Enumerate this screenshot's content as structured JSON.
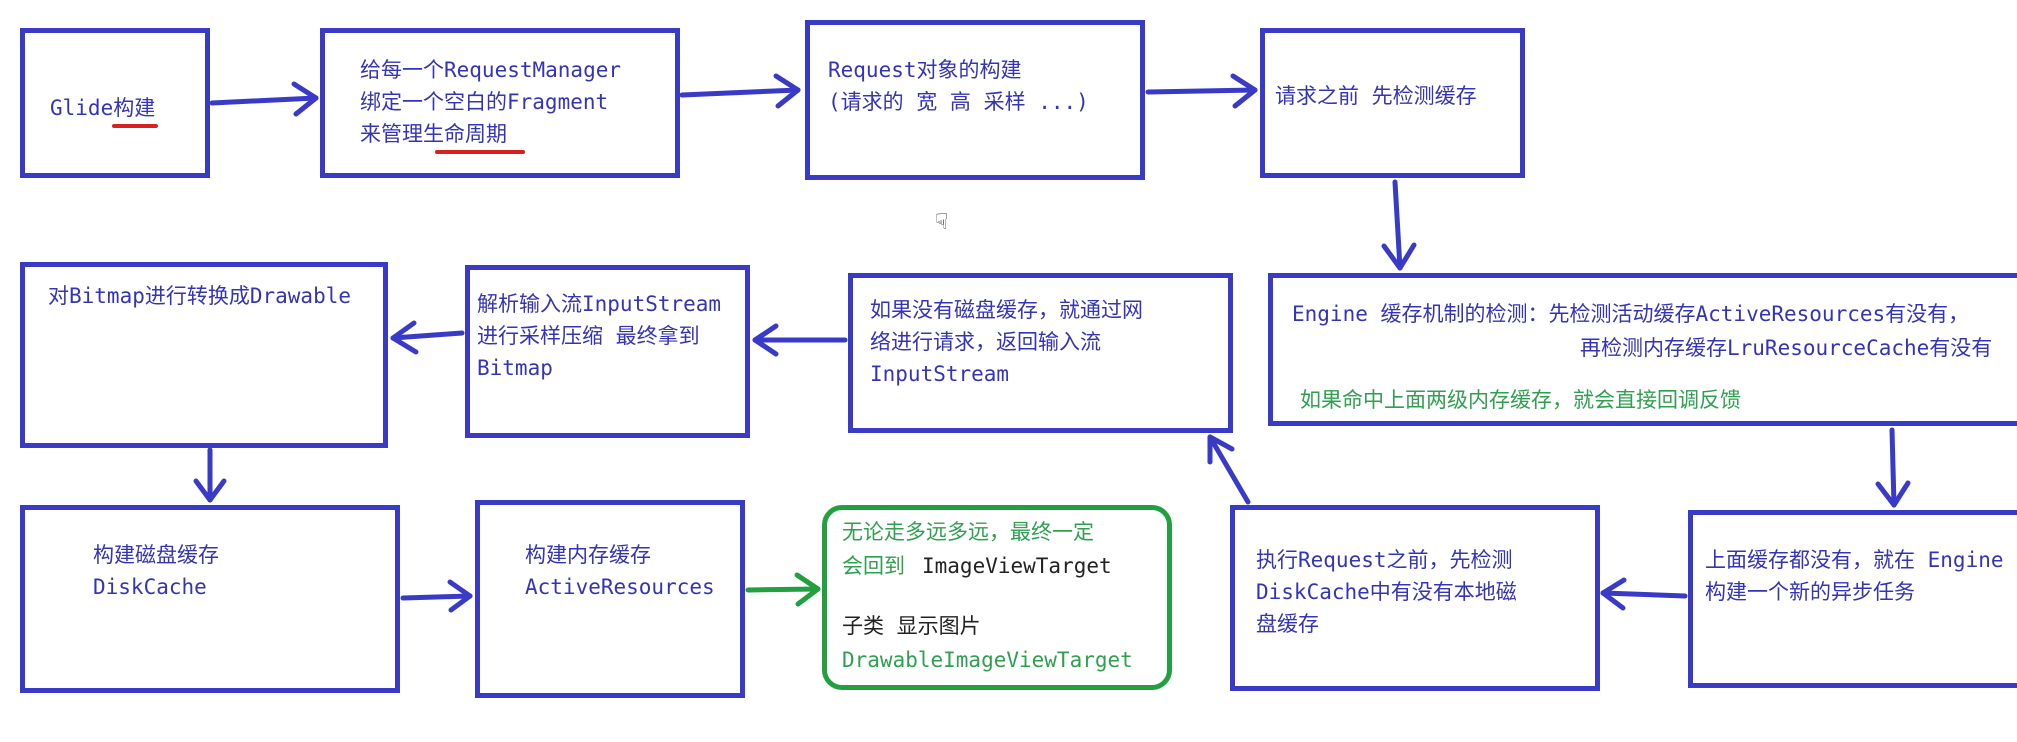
{
  "boxes": {
    "glide": {
      "l1": "Glide构建"
    },
    "request_manager": {
      "l1": "给每一个RequestManager",
      "l2": "绑定一个空白的Fragment",
      "l3": "来管理生命周期"
    },
    "request_build": {
      "l1": "Request对象的构建",
      "l2": "(请求的 宽 高 采样 ...)"
    },
    "check_cache": {
      "l1": "请求之前 先检测缓存"
    },
    "engine": {
      "l1": "Engine 缓存机制的检测：先检测活动缓存ActiveResources有没有，",
      "l2": "再检测内存缓存LruResourceCache有没有",
      "l3": "如果命中上面两级内存缓存，就会直接回调反馈"
    },
    "async_task": {
      "l1": "上面缓存都没有，就在 Engine",
      "l2": "构建一个新的异步任务"
    },
    "disk_check": {
      "l1": "执行Request之前，先检测",
      "l2": "DiskCache中有没有本地磁",
      "l3": "盘缓存"
    },
    "network": {
      "l1": "如果没有磁盘缓存，就通过网",
      "l2": "络进行请求，返回输入流",
      "l3": "InputStream"
    },
    "parse": {
      "l1": "解析输入流InputStream",
      "l2": "进行采样压缩 最终拿到",
      "l3": "Bitmap"
    },
    "drawable": {
      "l1": "对Bitmap进行转换成Drawable"
    },
    "disk_cache": {
      "l1": "构建磁盘缓存",
      "l2": "DiskCache"
    },
    "mem_cache": {
      "l1": "构建内存缓存",
      "l2": "ActiveResources"
    },
    "target": {
      "l1": "无论走多远多远，最终一定",
      "l2": "会回到",
      "l2b": "ImageViewTarget",
      "l3": "子类 显示图片",
      "l4": "DrawableImageViewTarget"
    }
  },
  "colors": {
    "box_border": "#3a3ac8",
    "text": "#3434b8",
    "green": "#22a040",
    "underline": "#d82020"
  },
  "icons": {
    "cursor": "hand-cursor-icon"
  }
}
